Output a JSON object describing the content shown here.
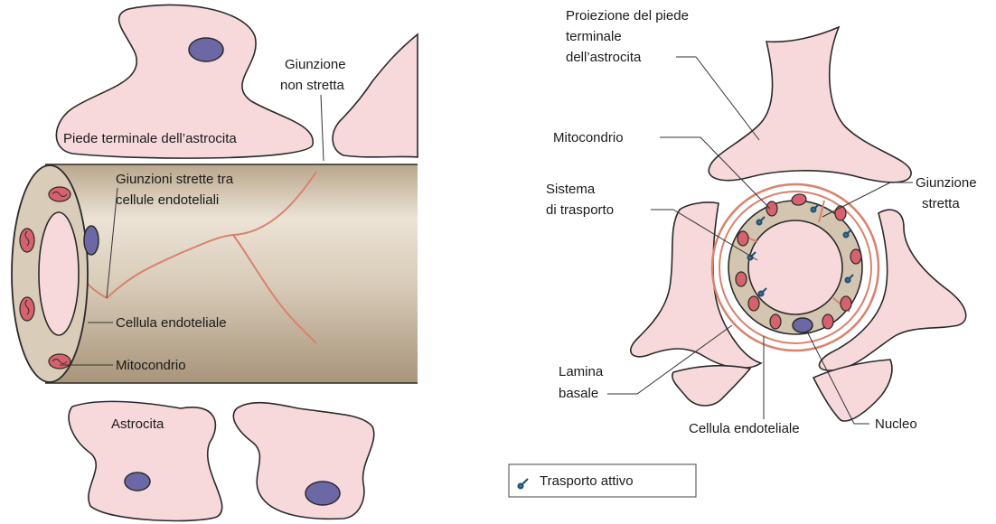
{
  "labels": {
    "giunzione_non_stretta_1": "Giunzione",
    "giunzione_non_stretta_2": "non stretta",
    "piede_terminale": "Piede terminale dell’astrocita",
    "giunzioni_strette_1": "Giunzioni strette tra",
    "giunzioni_strette_2": "cellule endoteliali",
    "cellula_endoteliale_left": "Cellula endoteliale",
    "mitocondrio_left": "Mitocondrio",
    "astrocita": "Astrocita",
    "proiezione_1": "Proiezione del piede",
    "proiezione_2": "terminale",
    "proiezione_3": "dell’astrocita",
    "mitocondrio_right": "Mitocondrio",
    "sistema_1": "Sistema",
    "sistema_2": "di trasporto",
    "giunzione_stretta_1": "Giunzione",
    "giunzione_stretta_2": "stretta",
    "lamina_1": "Lamina",
    "lamina_2": "basale",
    "cellula_endoteliale_right": "Cellula endoteliale",
    "nucleo": "Nucleo"
  },
  "legend": {
    "icon": "transport-icon",
    "label": "Trasporto attivo"
  },
  "colors": {
    "cell_fill": "#f7d9dc",
    "nucleus": "#6c68a6",
    "mitochondrion": "#d8616e",
    "vessel": "#d9ccb8",
    "tight_junction": "#d9826e"
  }
}
